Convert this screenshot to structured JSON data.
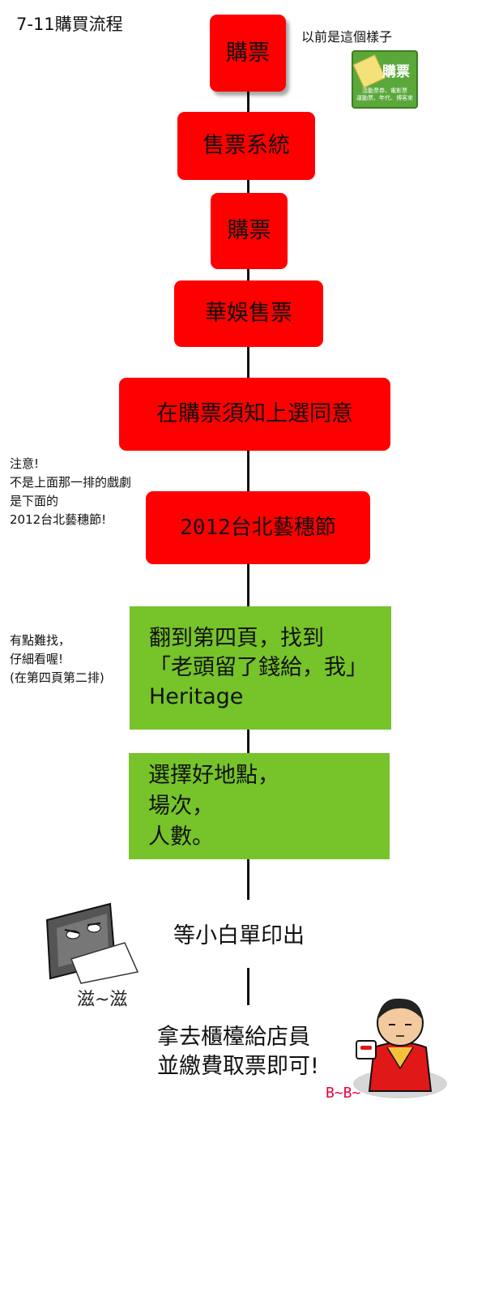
{
  "header": {
    "title": "7-11購買流程",
    "old_note": "以前是這個樣子",
    "old_icon_label": "購票",
    "old_icon_sub": "活動票券、電影票\n運動票、年代、博客來"
  },
  "steps": [
    {
      "id": "buy1",
      "label": "購票"
    },
    {
      "id": "system",
      "label": "售票系統"
    },
    {
      "id": "buy2",
      "label": "購票"
    },
    {
      "id": "huayu",
      "label": "華娛售票"
    },
    {
      "id": "agree",
      "label": "在購票須知上選同意"
    },
    {
      "id": "festival",
      "label": "2012台北藝穗節"
    },
    {
      "id": "page4",
      "label": "翻到第四頁，找到\n「老頭留了錢給，我」\nHeritage"
    },
    {
      "id": "choose",
      "label": "選擇好地點，\n場次，\n人數。"
    },
    {
      "id": "print",
      "label": "等小白單印出"
    },
    {
      "id": "counter",
      "label": "拿去櫃檯給店員\n並繳費取票即可!"
    }
  ],
  "notes": {
    "festival_note": "注意!\n不是上面那一排的戲劇\n是下面的\n2012台北藝穗節!",
    "page4_note": "有點難找，\n仔細看喔!\n(在第四頁第二排)"
  },
  "decor": {
    "printer_sound": "滋~滋",
    "clerk_sound": "B~B~"
  },
  "colors": {
    "red": "#ff0000",
    "green": "#76c32a"
  }
}
